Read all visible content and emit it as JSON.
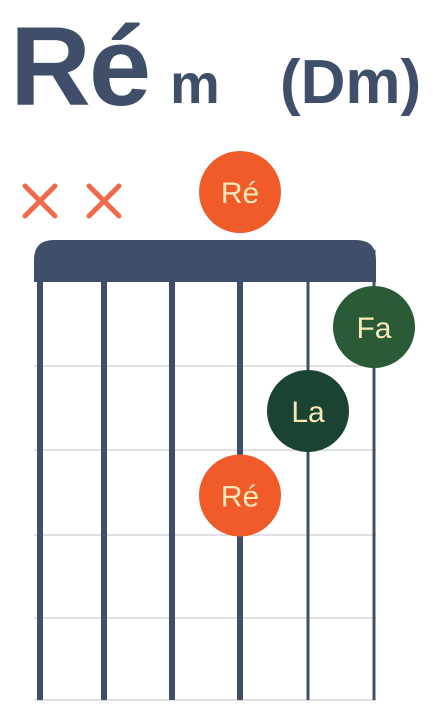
{
  "chord": {
    "root": "Ré",
    "quality": "m",
    "alt_name": "(Dm)"
  },
  "diagram": {
    "strings": 6,
    "frets_shown": 5,
    "muted_strings": [
      1,
      2
    ],
    "open_notes": [
      {
        "string": 4,
        "label": "Ré"
      }
    ],
    "fingered_notes": [
      {
        "string": 6,
        "fret": 1,
        "label": "Fa",
        "color": "#2b5a37"
      },
      {
        "string": 5,
        "fret": 2,
        "label": "La",
        "color": "#1b4332"
      },
      {
        "string": 4,
        "fret": 3,
        "label": "Ré",
        "color": "#f15a29"
      }
    ],
    "colors": {
      "board": "#3f4f6a",
      "mute": "#f06a4a",
      "open_note": "#f15a29",
      "note_text": "#f8e9b8"
    }
  }
}
